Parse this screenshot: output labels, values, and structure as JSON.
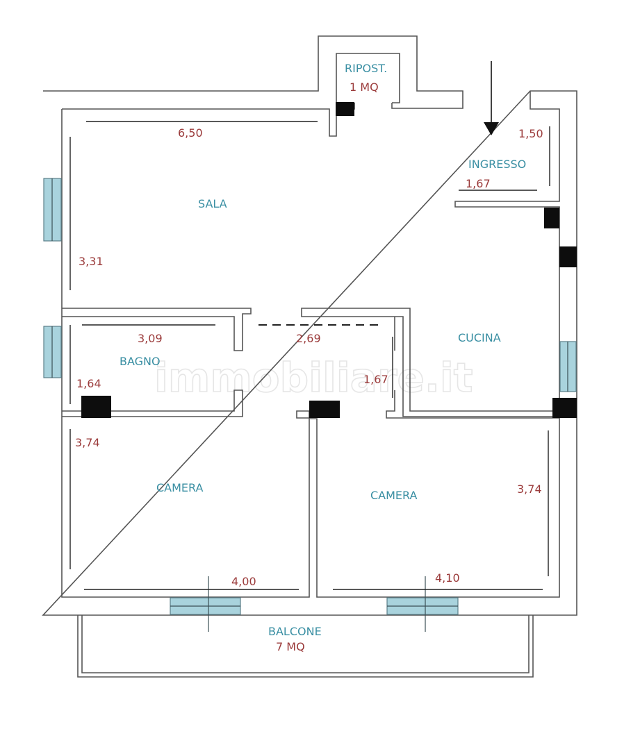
{
  "rooms": {
    "ripostiglio": "RIPOST.",
    "ripostiglio_area": "1 MQ",
    "sala": "SALA",
    "ingresso": "INGRESSO",
    "cucina": "CUCINA",
    "bagno": "BAGNO",
    "camera_left": "CAMERA",
    "camera_right": "CAMERA",
    "balcone": "BALCONE",
    "balcone_area": "7 MQ"
  },
  "dimensions": {
    "sala_width": "6,50",
    "sala_depth": "3,31",
    "ingresso_depth": "1,50",
    "ingresso_width": "1,67",
    "bagno_width": "3,09",
    "bagno_depth": "1,64",
    "hall_width": "2,69",
    "hall_depth": "1,67",
    "camera_left_depth": "3,74",
    "camera_left_width": "4,00",
    "camera_right_depth": "3,74",
    "camera_right_width": "4,10"
  },
  "watermark": "immobiliare.it",
  "colors": {
    "wall": "#555555",
    "window": "#a9d3dd",
    "column": "#0d0d0d",
    "room_label": "#3a8fa3",
    "dimension_label": "#9b3b3b"
  }
}
